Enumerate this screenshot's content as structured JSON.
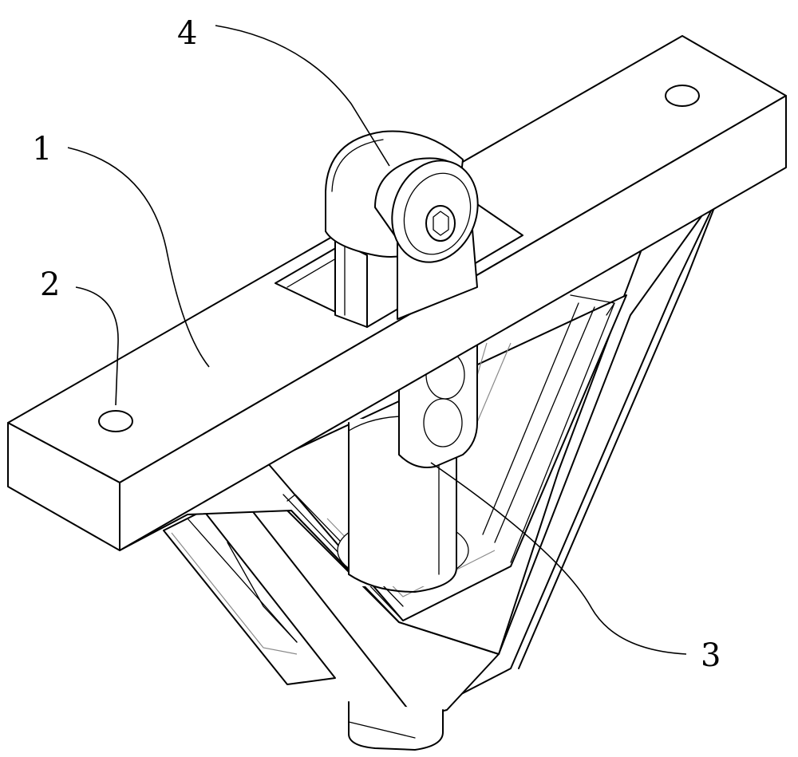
{
  "labels": {
    "part1": "1",
    "part2": "2",
    "part3": "3",
    "part4": "4"
  }
}
